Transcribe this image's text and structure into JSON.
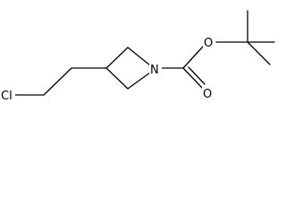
{
  "molecule": {
    "atoms": {
      "chlorine": "Cl",
      "ring_nitrogen": "N",
      "ether_oxygen": "O",
      "carbonyl_oxygen": "O"
    }
  }
}
